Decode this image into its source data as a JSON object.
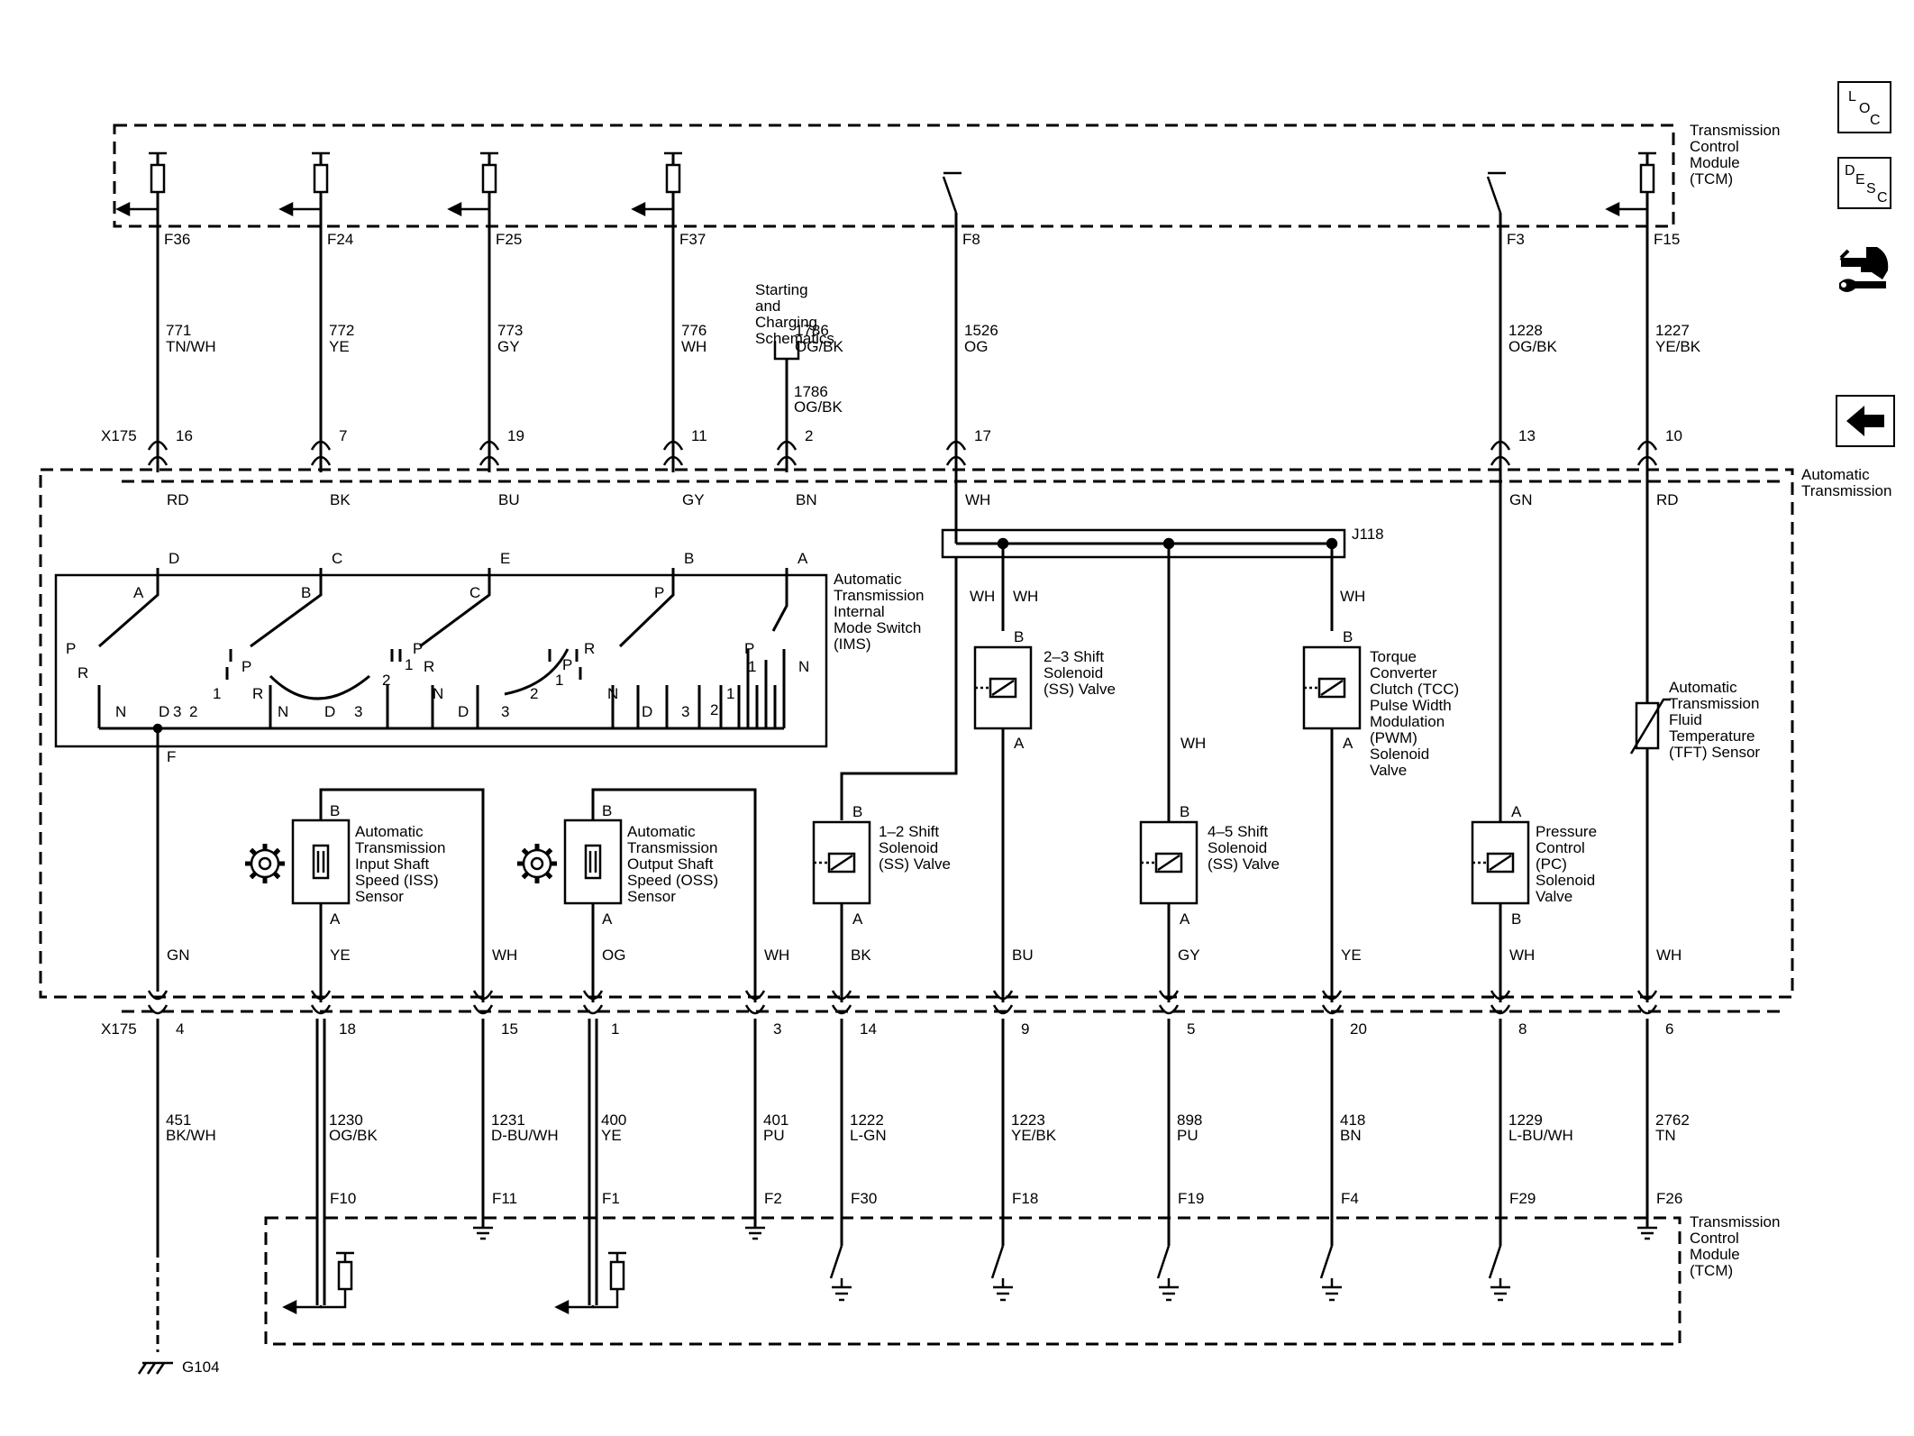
{
  "title_blocks": {
    "tcm_top": [
      "Transmission",
      "Control",
      "Module",
      "(TCM)"
    ],
    "tcm_bottom": [
      "Transmission",
      "Control",
      "Module",
      "(TCM)"
    ],
    "auto_trans": [
      "Automatic",
      "Transmission"
    ]
  },
  "connectors": {
    "x175_top": "X175",
    "x175_bottom": "X175",
    "j118": "J118",
    "g104": "G104"
  },
  "top_circuits": [
    {
      "term": "F36",
      "num": "771",
      "color": "TN/WH",
      "pin": "16",
      "wire": "RD",
      "ims": "D"
    },
    {
      "term": "F24",
      "num": "772",
      "color": "YE",
      "pin": "7",
      "wire": "BK",
      "ims": "C"
    },
    {
      "term": "F25",
      "num": "773",
      "color": "GY",
      "pin": "19",
      "wire": "BU",
      "ims": "E"
    },
    {
      "term": "F37",
      "num": "776",
      "color": "WH",
      "pin": "11",
      "wire": "GY",
      "ims": "B"
    },
    {
      "term": "",
      "num": "1786",
      "color": "OG/BK",
      "pin": "2",
      "wire": "BN",
      "ims": "A"
    },
    {
      "term": "F8",
      "num": "1526",
      "color": "OG",
      "pin": "17",
      "wire": "WH",
      "ims": ""
    },
    {
      "term": "F3",
      "num": "1228",
      "color": "OG/BK",
      "pin": "13",
      "wire": "GN",
      "ims": ""
    },
    {
      "term": "F15",
      "num": "1227",
      "color": "YE/BK",
      "pin": "10",
      "wire": "RD",
      "ims": ""
    }
  ],
  "starting_charging": [
    "Starting",
    "and",
    "Charging",
    "Schematics"
  ],
  "bottom_circuits": [
    {
      "pin": "4",
      "num": "451",
      "color": "BK/WH",
      "term": "",
      "wire": "GN"
    },
    {
      "pin": "18",
      "num": "1230",
      "color": "OG/BK",
      "term": "F10",
      "wire": "YE"
    },
    {
      "pin": "15",
      "num": "1231",
      "color": "D-BU/WH",
      "term": "F11",
      "wire": "WH"
    },
    {
      "pin": "1",
      "num": "400",
      "color": "YE",
      "term": "F1",
      "wire": "OG"
    },
    {
      "pin": "3",
      "num": "401",
      "color": "PU",
      "term": "F2",
      "wire": "WH"
    },
    {
      "pin": "14",
      "num": "1222",
      "color": "L-GN",
      "term": "F30",
      "wire": "BK"
    },
    {
      "pin": "9",
      "num": "1223",
      "color": "YE/BK",
      "term": "F18",
      "wire": "BU"
    },
    {
      "pin": "5",
      "num": "898",
      "color": "PU",
      "term": "F19",
      "wire": "GY"
    },
    {
      "pin": "20",
      "num": "418",
      "color": "BN",
      "term": "F4",
      "wire": "YE"
    },
    {
      "pin": "8",
      "num": "1229",
      "color": "L-BU/WH",
      "term": "F29",
      "wire": "WH"
    },
    {
      "pin": "6",
      "num": "2762",
      "color": "TN",
      "term": "F26",
      "wire": "WH"
    }
  ],
  "ims": {
    "name": [
      "Automatic",
      "Transmission",
      "Internal",
      "Mode Switch",
      "(IMS)"
    ],
    "switch_letters": [
      "A",
      "B",
      "C",
      "P"
    ],
    "out_pin": "F",
    "positions": [
      "P",
      "R",
      "N",
      "D",
      "3",
      "2",
      "1",
      "P",
      "R",
      "N",
      "D",
      "3",
      "2",
      "1",
      "P",
      "R",
      "N",
      "D",
      "3",
      "2",
      "1",
      "P",
      "R",
      "N",
      "D",
      "3",
      "2",
      "1",
      "P",
      "1",
      "N"
    ]
  },
  "components": {
    "iss": {
      "name": [
        "Automatic",
        "Transmission",
        "Input Shaft",
        "Speed (ISS)",
        "Sensor"
      ],
      "pin_top": "B",
      "pin_bottom": "A"
    },
    "oss": {
      "name": [
        "Automatic",
        "Transmission",
        "Output Shaft",
        "Speed (OSS)",
        "Sensor"
      ],
      "pin_top": "B",
      "pin_bottom": "A"
    },
    "ss12": {
      "name": [
        "1–2 Shift",
        "Solenoid",
        "(SS) Valve"
      ],
      "pin_top": "B",
      "pin_bottom": "A"
    },
    "ss23": {
      "name": [
        "2–3 Shift",
        "Solenoid",
        "(SS) Valve"
      ],
      "pin_top": "B",
      "pin_bottom": "A"
    },
    "ss45": {
      "name": [
        "4–5 Shift",
        "Solenoid",
        "(SS) Valve"
      ],
      "pin_top": "B",
      "pin_bottom": "A"
    },
    "tcc": {
      "name": [
        "Torque",
        "Converter",
        "Clutch (TCC)",
        "Pulse Width",
        "Modulation",
        "(PWM)",
        "Solenoid",
        "Valve"
      ],
      "pin_top": "B",
      "pin_bottom": "A"
    },
    "pc": {
      "name": [
        "Pressure",
        "Control",
        "(PC)",
        "Solenoid",
        "Valve"
      ],
      "pin_top": "A",
      "pin_bottom": "B"
    },
    "tft": {
      "name": [
        "Automatic",
        "Transmission",
        "Fluid",
        "Temperature",
        "(TFT) Sensor"
      ]
    }
  },
  "splice_wires": [
    "WH",
    "WH",
    "WH",
    "WH",
    "WH"
  ],
  "sidebar": {
    "loc": [
      "L",
      "O",
      "C"
    ],
    "desc": [
      "D",
      "E",
      "S",
      "C"
    ],
    "back_icon": "arrow-left-icon",
    "connector_icon": "connector-wrench-icon"
  }
}
